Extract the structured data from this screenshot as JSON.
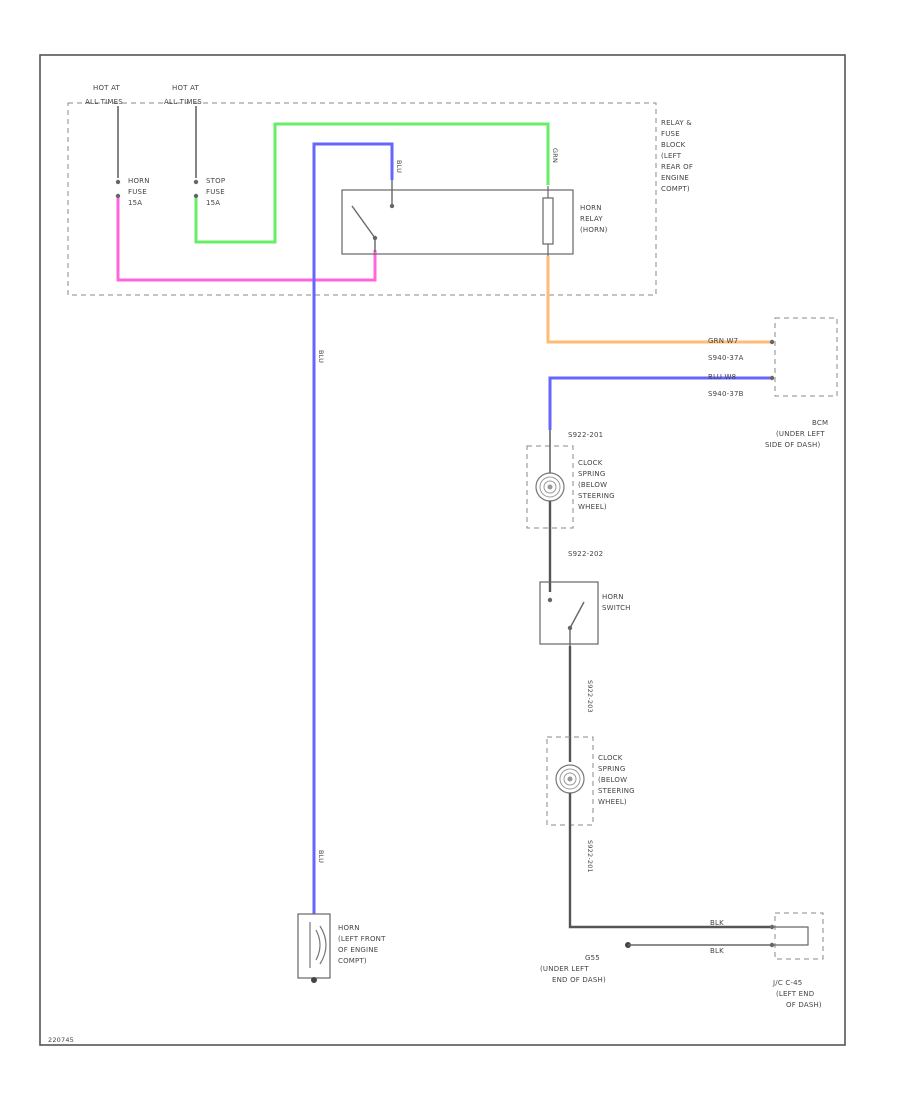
{
  "colors": {
    "green": "#66ee66",
    "blue": "#6666ff",
    "magenta": "#ff66dd",
    "orange": "#ffbb77",
    "black": "#555555"
  },
  "labels": {
    "hot_at_1": "HOT AT",
    "hot_at_1_b": "ALL TIMES",
    "hot_at_2": "HOT AT",
    "hot_at_2_b": "ALL TIMES",
    "horn_fuse": [
      "HORN",
      "FUSE",
      "15A"
    ],
    "stop_fuse": [
      "STOP",
      "FUSE",
      "15A"
    ],
    "relay_block": [
      "RELAY &",
      "FUSE",
      "BLOCK",
      "(LEFT",
      "REAR OF",
      "ENGINE",
      "COMPT)"
    ],
    "horn_relay": [
      "HORN",
      "RELAY",
      "(HORN)"
    ],
    "bcm_connectors": [
      "GRN  W7",
      "S940-37A",
      "BLU  W8",
      "S940-37B"
    ],
    "bcm": [
      "BCM",
      "(UNDER LEFT",
      "SIDE OF DASH)"
    ],
    "clock_spring_1_conn": "S922-201",
    "clock_spring_1": [
      "CLOCK",
      "SPRING",
      "(BELOW",
      "STEERING",
      "WHEEL)"
    ],
    "horn_switch_conn": "S922-202",
    "horn_switch": [
      "HORN",
      "SWITCH"
    ],
    "clock_spring_2": [
      "CLOCK",
      "SPRING",
      "(BELOW",
      "STEERING",
      "WHEEL)"
    ],
    "wire_s922_203": "S922-203",
    "wire_s922_201": "S922-201",
    "ground": [
      "G55",
      "(UNDER LEFT",
      "END OF DASH)"
    ],
    "jc": [
      "J/C C-45",
      "(LEFT END",
      "OF DASH)"
    ],
    "jc_wires": [
      "BLK",
      "BLK"
    ],
    "horn": [
      "HORN",
      "(LEFT FRONT",
      "OF ENGINE",
      "COMPT)"
    ],
    "wire_blu_1": "BLU",
    "wire_blu_2": "BLU",
    "wire_blu_3": "BLU",
    "wire_grn": "GRN",
    "footer_code": "220745"
  }
}
